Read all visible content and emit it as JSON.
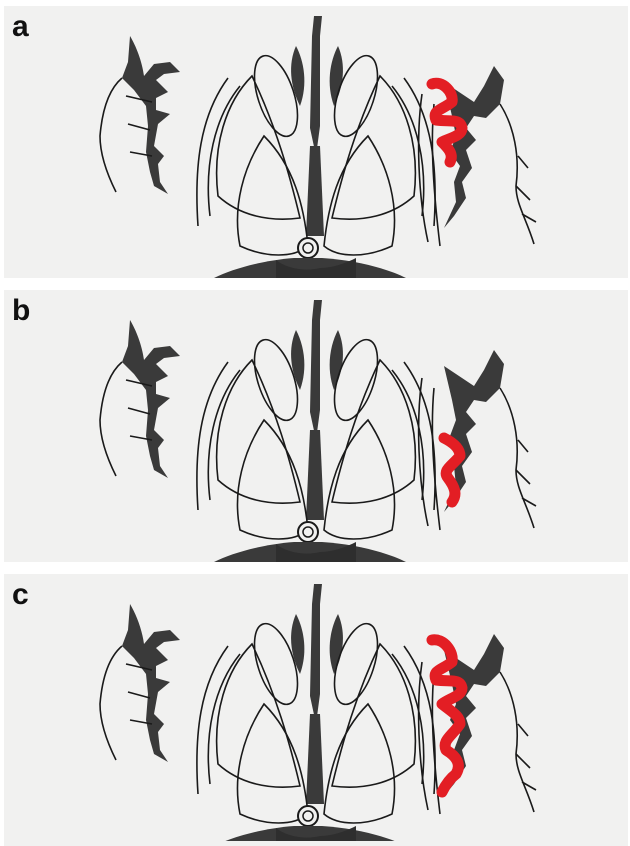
{
  "figure": {
    "panels": [
      {
        "id": "a",
        "label": "a",
        "highlight_region": "upper"
      },
      {
        "id": "b",
        "label": "b",
        "highlight_region": "lower"
      },
      {
        "id": "c",
        "label": "c",
        "highlight_region": "full"
      }
    ],
    "colors": {
      "background": "#f1f1f0",
      "line": "#1a1a1a",
      "fill_dark": "#3a3a3a",
      "highlight": "#e31e24"
    }
  }
}
